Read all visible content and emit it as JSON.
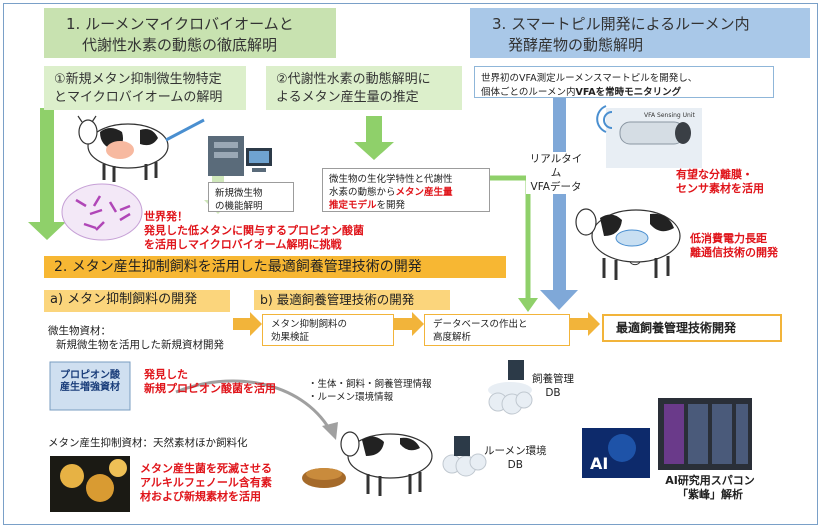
{
  "section1": {
    "title_line1": "1. ルーメンマイクロバイオームと",
    "title_line2": "代謝性水素の動態の徹底解明",
    "sub1_line1": "①新規メタン抑制微生物特定",
    "sub1_line2": "とマイクロバイオームの解明",
    "sub2_line1": "②代謝性水素の動態解明に",
    "sub2_line2": "よるメタン産生量の推定",
    "novel_box_line1": "新規微生物",
    "novel_box_line2": "の機能解明",
    "model_box_line1": "微生物の生化学特性と代謝性",
    "model_box_line2a": "水素の動態から",
    "model_box_line2b": "メタン産生量",
    "model_box_line3a": "推定モデル",
    "model_box_line3b": "を開発",
    "world_first_line1": "世界発！",
    "world_first_line2": "発見した低メタンに関与するプロピオン酸菌",
    "world_first_line3": "を活用しマイクロバイオーム解明に挑戦"
  },
  "section3": {
    "title_line1": "3. スマートピル開発によるルーメン内",
    "title_line2": "発酵産物の動態解明",
    "note_line1": "世界初のVFA測定ルーメンスマートピルを開発し、",
    "note_line2a": "個体ごとのルーメン内",
    "note_line2b": "VFAを常時モニタリング",
    "realtime_line1": "リアルタイム",
    "realtime_line2": "VFAデータ",
    "pill_label": "VFA Sensing Unit",
    "sep_line1": "有望な分離膜・",
    "sep_line2": "センサ素材を活用",
    "lowpower_line1": "低消費電力長距",
    "lowpower_line2": "離通信技術の開発"
  },
  "section2": {
    "band_title": "2. メタン産生抑制飼料を活用した最適飼養管理技術の開発",
    "sub_a": "a) メタン抑制飼料の開発",
    "sub_b": "b) 最適飼養管理技術の開発",
    "effect_line1": "メタン抑制飼料の",
    "effect_line2": "効果検証",
    "db_line1": "データベースの作出と",
    "db_line2": "高度解析",
    "final": "最適飼養管理技術開発",
    "microbe_mat_line1": "微生物資材：",
    "microbe_mat_line2": "新規微生物を活用した新規資材開発",
    "product_line1": "プロピオン酸",
    "product_line2": "産生増強資材",
    "propion_line1": "発見した",
    "propion_line2": "新規プロピオン酸菌を活用",
    "methane_mat": "メタン産生抑制資材：天然素材ほか飼料化",
    "alkyl_line1": "メタン産生菌を死滅させる",
    "alkyl_line2": "アルキルフェノール含有素",
    "alkyl_line3": "材および新規素材を活用",
    "info1": "・生体・飼料・飼養管理情報",
    "info2": "・ルーメン環境情報",
    "feed_db_line1": "飼養管理",
    "feed_db_line2": "DB",
    "rumen_db_line1": "ルーメン環境",
    "rumen_db_line2": "DB",
    "ai_label": "AI",
    "super_line1": "AI研究用スパコン",
    "super_line2": "「紫峰」解析"
  }
}
